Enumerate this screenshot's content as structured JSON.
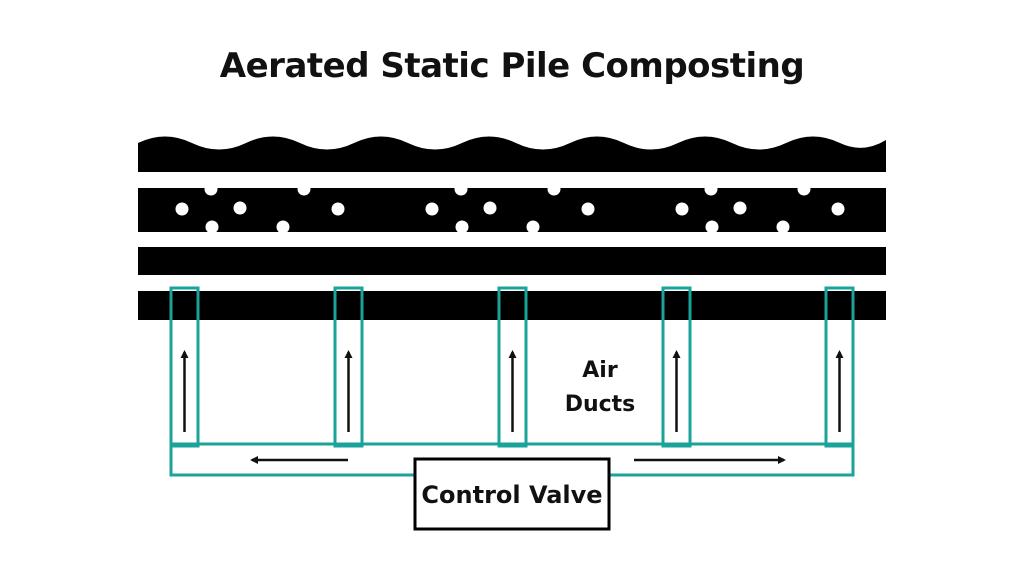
{
  "title": "Aerated Static Pile Composting",
  "labels": {
    "air_ducts_line1": "Air",
    "air_ducts_line2": "Ducts",
    "control_valve": "Control Valve"
  },
  "colors": {
    "background": "#ffffff",
    "layer": "#000000",
    "duct": "#1aa39a",
    "text": "#111111"
  },
  "components": {
    "pile_layers": [
      "surface-layer",
      "porous-layer",
      "solid-layer",
      "base-layer"
    ],
    "duct_count": 5,
    "airflow": [
      "up",
      "left",
      "right"
    ]
  }
}
